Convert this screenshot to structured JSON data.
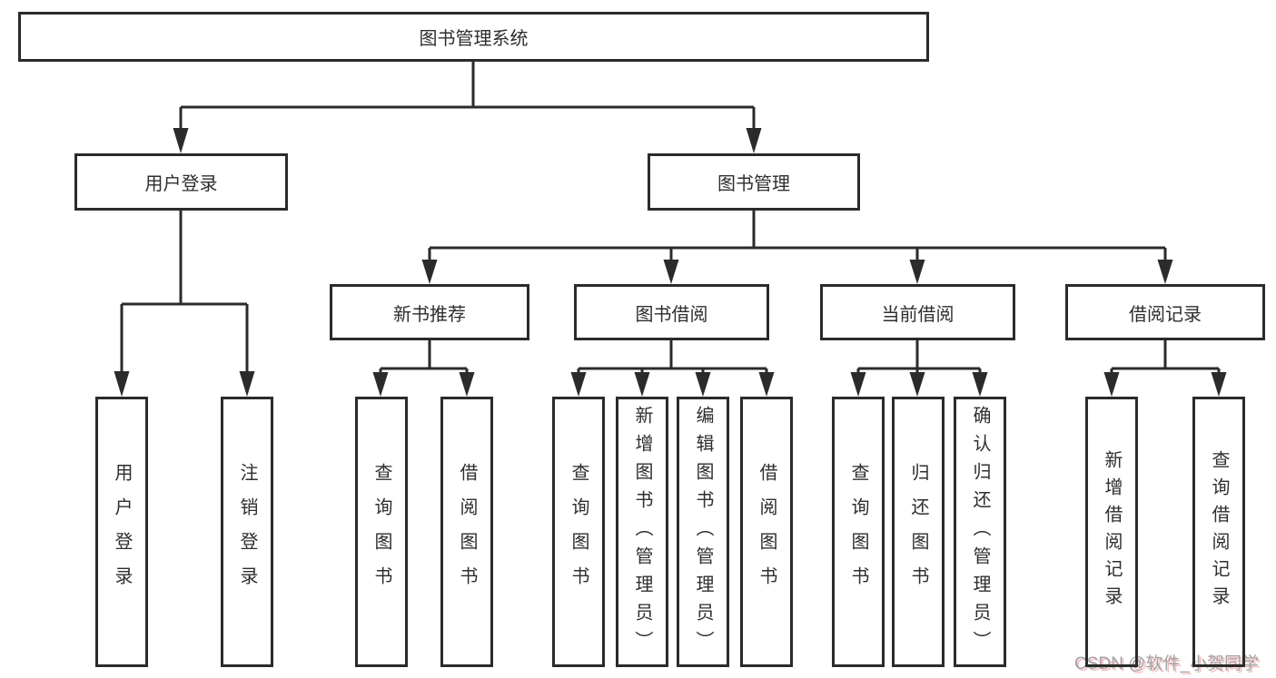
{
  "diagram": {
    "root": {
      "label": "图书管理系统"
    },
    "level1": [
      {
        "label": "用户登录"
      },
      {
        "label": "图书管理"
      }
    ],
    "level2": [
      {
        "label": "新书推荐"
      },
      {
        "label": "图书借阅"
      },
      {
        "label": "当前借阅"
      },
      {
        "label": "借阅记录"
      }
    ],
    "leaves": {
      "user_login": [
        "用户登录",
        "注销登录"
      ],
      "new_book": [
        "查询图书",
        "借阅图书"
      ],
      "book_borrow": [
        "查询图书",
        "新增图书（管理员）",
        "编辑图书（管理员）",
        "借阅图书"
      ],
      "current_borrow": [
        "查询图书",
        "归还图书",
        "确认归还（管理员）"
      ],
      "borrow_record": [
        "新增借阅记录",
        "查询借阅记录"
      ]
    }
  },
  "watermark": {
    "text": "CSDN @软件_小贺同学"
  },
  "colors": {
    "line": "#2b2b2b",
    "text": "#2e2e2e",
    "background": "#ffffff",
    "watermark": "#a2a2a8",
    "watermark_shadow": "#f2bcbc"
  }
}
